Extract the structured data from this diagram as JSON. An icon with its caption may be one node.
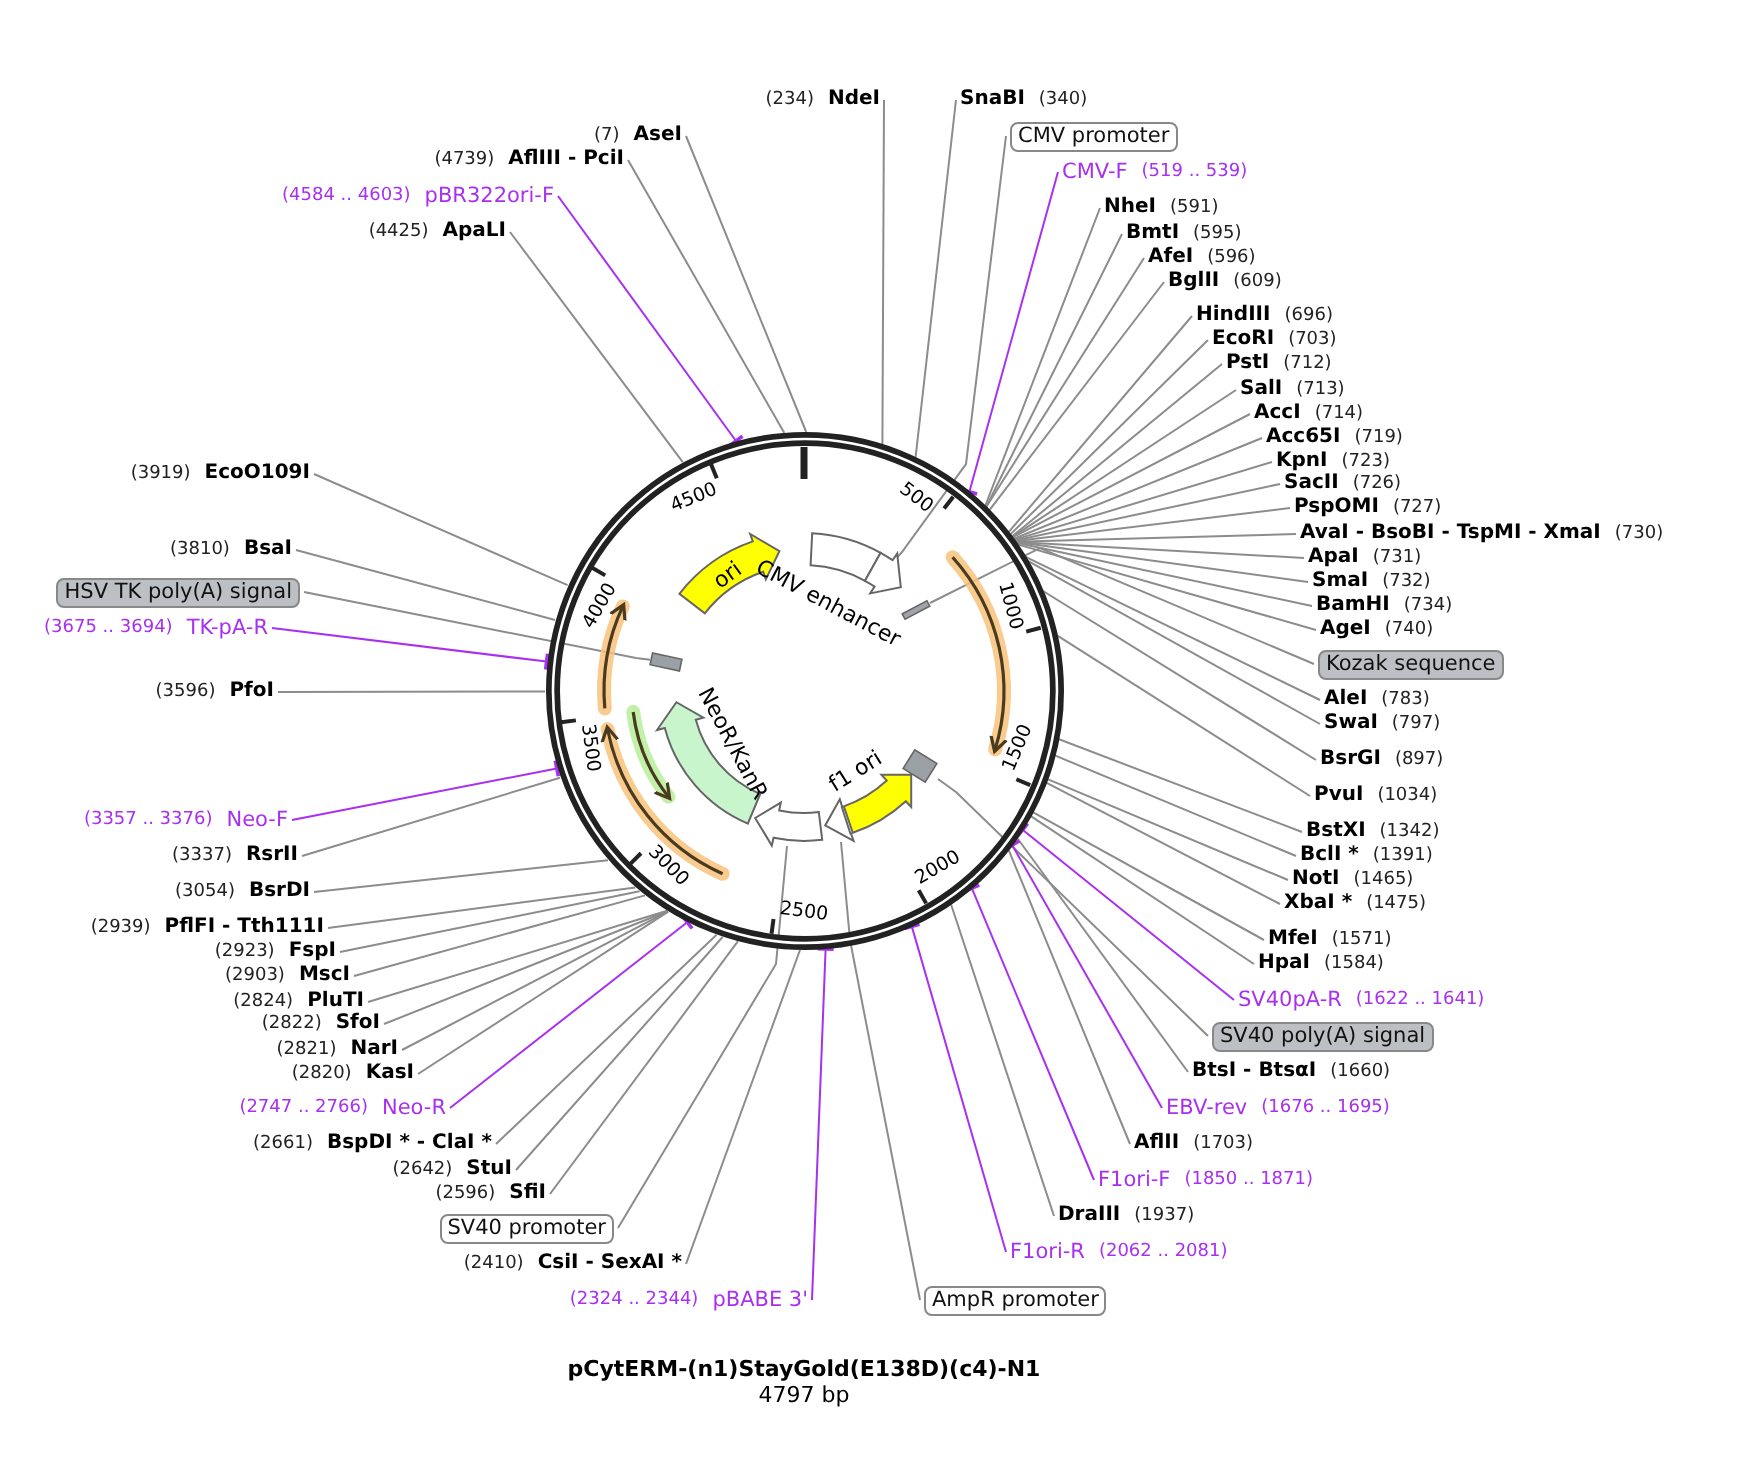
{
  "diagram": {
    "title": "pCytERM-(n1)StayGold(E138D)(c4)-N1",
    "caption": "4797 bp",
    "nodes": [
      {
        "text": [
          "(234)",
          "NdeI"
        ]
      },
      {
        "text": [
          "SnaBI",
          "(340)"
        ]
      },
      {
        "text": [
          "(7)",
          "AseI"
        ]
      },
      {
        "text": [
          "(4739)",
          "AflIII - PciI"
        ]
      },
      {
        "text": [
          "(4584 .. 4603)",
          "pBR322ori-F"
        ]
      },
      {
        "text": [
          "(4425)",
          "ApaLI"
        ]
      },
      {
        "text": [
          "CMV promoter"
        ]
      },
      {
        "text": [
          "CMV-F",
          "(519 .. 539)"
        ]
      },
      {
        "text": [
          "NheI",
          "(591)"
        ]
      },
      {
        "text": [
          "BmtI",
          "(595)"
        ]
      },
      {
        "text": [
          "AfeI",
          "(596)"
        ]
      },
      {
        "text": [
          "BglII",
          "(609)"
        ]
      },
      {
        "text": [
          "HindIII",
          "(696)"
        ]
      },
      {
        "text": [
          "EcoRI",
          "(703)"
        ]
      },
      {
        "text": [
          "PstI",
          "(712)"
        ]
      },
      {
        "text": [
          "SalI",
          "(713)"
        ]
      },
      {
        "text": [
          "AccI",
          "(714)"
        ]
      },
      {
        "text": [
          "Acc65I",
          "(719)"
        ]
      },
      {
        "text": [
          "KpnI",
          "(723)"
        ]
      },
      {
        "text": [
          "SacII",
          "(726)"
        ]
      },
      {
        "text": [
          "PspOMI",
          "(727)"
        ]
      },
      {
        "text": [
          "AvaI - BsoBI - TspMI - XmaI",
          "(730)"
        ]
      },
      {
        "text": [
          "ApaI",
          "(731)"
        ]
      },
      {
        "text": [
          "SmaI",
          "(732)"
        ]
      },
      {
        "text": [
          "BamHI",
          "(734)"
        ]
      },
      {
        "text": [
          "AgeI",
          "(740)"
        ]
      },
      {
        "text": [
          "Kozak sequence"
        ]
      },
      {
        "text": [
          "AleI",
          "(783)"
        ]
      },
      {
        "text": [
          "SwaI",
          "(797)"
        ]
      },
      {
        "text": [
          "BsrGI",
          "(897)"
        ]
      },
      {
        "text": [
          "PvuI",
          "(1034)"
        ]
      },
      {
        "text": [
          "BstXI",
          "(1342)"
        ]
      },
      {
        "text": [
          "BclI *",
          "(1391)"
        ]
      },
      {
        "text": [
          "NotI",
          "(1465)"
        ]
      },
      {
        "text": [
          "XbaI *",
          "(1475)"
        ]
      },
      {
        "text": [
          "MfeI",
          "(1571)"
        ]
      },
      {
        "text": [
          "HpaI",
          "(1584)"
        ]
      },
      {
        "text": [
          "SV40pA-R",
          "(1622 .. 1641)"
        ]
      },
      {
        "text": [
          "SV40 poly(A) signal"
        ]
      },
      {
        "text": [
          "BtsI - BtsαI",
          "(1660)"
        ]
      },
      {
        "text": [
          "EBV-rev",
          "(1676 .. 1695)"
        ]
      },
      {
        "text": [
          "AflII",
          "(1703)"
        ]
      },
      {
        "text": [
          "F1ori-F",
          "(1850 .. 1871)"
        ]
      },
      {
        "text": [
          "DraIII",
          "(1937)"
        ]
      },
      {
        "text": [
          "F1ori-R",
          "(2062 .. 2081)"
        ]
      },
      {
        "text": [
          "AmpR promoter"
        ]
      },
      {
        "text": [
          "(2324 .. 2344)",
          "pBABE 3'"
        ]
      },
      {
        "text": [
          "(2410)",
          "CsiI - SexAI *"
        ]
      },
      {
        "text": [
          "SV40 promoter"
        ]
      },
      {
        "text": [
          "(2596)",
          "SfiI"
        ]
      },
      {
        "text": [
          "(2642)",
          "StuI"
        ]
      },
      {
        "text": [
          "(2661)",
          "BspDI * - ClaI *"
        ]
      },
      {
        "text": [
          "(2747 .. 2766)",
          "Neo-R"
        ]
      },
      {
        "text": [
          "(2820)",
          "KasI"
        ]
      },
      {
        "text": [
          "(2821)",
          "NarI"
        ]
      },
      {
        "text": [
          "(2822)",
          "SfoI"
        ]
      },
      {
        "text": [
          "(2824)",
          "PluTI"
        ]
      },
      {
        "text": [
          "(2903)",
          "MscI"
        ]
      },
      {
        "text": [
          "(2923)",
          "FspI"
        ]
      },
      {
        "text": [
          "(2939)",
          "PflFI - Tth111I"
        ]
      },
      {
        "text": [
          "(3054)",
          "BsrDI"
        ]
      },
      {
        "text": [
          "(3337)",
          "RsrII"
        ]
      },
      {
        "text": [
          "(3357 .. 3376)",
          "Neo-F"
        ]
      },
      {
        "text": [
          "(3596)",
          "PfoI"
        ]
      },
      {
        "text": [
          "(3675 .. 3694)",
          "TK-pA-R"
        ]
      },
      {
        "text": [
          "HSV TK poly(A) signal"
        ]
      },
      {
        "text": [
          "(3810)",
          "BsaI"
        ]
      },
      {
        "text": [
          "(3919)",
          "EcoO109I"
        ]
      },
      {
        "text": [],
        "shape": "circle"
      },
      {
        "text": [
          "ori"
        ],
        "in": 68
      },
      {
        "text": [
          "CMV enhancer"
        ],
        "in": 68
      },
      {
        "text": [],
        "shape": "arrow",
        "in": 68
      },
      {
        "text": [],
        "shape": "bar",
        "in": 68
      },
      {
        "text": [
          "f1 ori"
        ],
        "in": 68
      },
      {
        "text": [],
        "shape": "box",
        "in": 68
      },
      {
        "text": [],
        "shape": "arrow",
        "in": 68
      },
      {
        "text": [],
        "shape": "arrow",
        "in": 68
      },
      {
        "text": [
          "NeoR/KanR"
        ],
        "in": 68
      },
      {
        "text": [],
        "shape": "bar",
        "in": 68
      }
    ],
    "edges": [
      {
        "from": 0,
        "to": 68,
        "arrow": "none"
      },
      {
        "from": 1,
        "to": 68,
        "arrow": "none"
      },
      {
        "from": 2,
        "to": 68,
        "arrow": "none"
      },
      {
        "from": 3,
        "to": 68,
        "arrow": "none"
      },
      {
        "from": 4,
        "to": 68,
        "arrow": "other",
        "color": "#a830f0"
      },
      {
        "from": 5,
        "to": 68,
        "arrow": "none"
      },
      {
        "from": 6,
        "to": 71,
        "arrow": "none"
      },
      {
        "from": 7,
        "to": 68,
        "arrow": "other",
        "color": "#a830f0"
      },
      {
        "from": 8,
        "to": 68,
        "arrow": "none"
      },
      {
        "from": 9,
        "to": 68,
        "arrow": "none"
      },
      {
        "from": 10,
        "to": 68,
        "arrow": "none"
      },
      {
        "from": 11,
        "to": 68,
        "arrow": "none"
      },
      {
        "from": 12,
        "to": 68,
        "arrow": "none"
      },
      {
        "from": 13,
        "to": 68,
        "arrow": "none"
      },
      {
        "from": 14,
        "to": 68,
        "arrow": "none"
      },
      {
        "from": 15,
        "to": 68,
        "arrow": "none"
      },
      {
        "from": 16,
        "to": 68,
        "arrow": "none"
      },
      {
        "from": 17,
        "to": 68,
        "arrow": "none"
      },
      {
        "from": 18,
        "to": 68,
        "arrow": "none"
      },
      {
        "from": 19,
        "to": 68,
        "arrow": "none"
      },
      {
        "from": 20,
        "to": 68,
        "arrow": "none"
      },
      {
        "from": 21,
        "to": 68,
        "arrow": "none"
      },
      {
        "from": 22,
        "to": 68,
        "arrow": "none"
      },
      {
        "from": 23,
        "to": 68,
        "arrow": "none"
      },
      {
        "from": 24,
        "to": 68,
        "arrow": "none"
      },
      {
        "from": 25,
        "to": 68,
        "arrow": "none"
      },
      {
        "from": 26,
        "to": 72,
        "arrow": "none"
      },
      {
        "from": 27,
        "to": 68,
        "arrow": "none"
      },
      {
        "from": 28,
        "to": 68,
        "arrow": "none"
      },
      {
        "from": 29,
        "to": 68,
        "arrow": "none"
      },
      {
        "from": 30,
        "to": 68,
        "arrow": "none"
      },
      {
        "from": 31,
        "to": 68,
        "arrow": "none"
      },
      {
        "from": 32,
        "to": 68,
        "arrow": "none"
      },
      {
        "from": 33,
        "to": 68,
        "arrow": "none"
      },
      {
        "from": 34,
        "to": 68,
        "arrow": "none"
      },
      {
        "from": 35,
        "to": 68,
        "arrow": "none"
      },
      {
        "from": 36,
        "to": 68,
        "arrow": "none"
      },
      {
        "from": 37,
        "to": 68,
        "arrow": "other",
        "color": "#a830f0"
      },
      {
        "from": 38,
        "to": 74,
        "arrow": "none"
      },
      {
        "from": 39,
        "to": 68,
        "arrow": "none"
      },
      {
        "from": 40,
        "to": 68,
        "arrow": "other",
        "color": "#a830f0"
      },
      {
        "from": 41,
        "to": 68,
        "arrow": "none"
      },
      {
        "from": 42,
        "to": 68,
        "arrow": "other",
        "color": "#a830f0"
      },
      {
        "from": 43,
        "to": 68,
        "arrow": "none"
      },
      {
        "from": 44,
        "to": 68,
        "arrow": "other",
        "color": "#a830f0"
      },
      {
        "from": 45,
        "to": 75,
        "arrow": "none"
      },
      {
        "from": 46,
        "to": 68,
        "arrow": "other",
        "color": "#a830f0"
      },
      {
        "from": 47,
        "to": 68,
        "arrow": "none"
      },
      {
        "from": 48,
        "to": 76,
        "arrow": "none"
      },
      {
        "from": 49,
        "to": 68,
        "arrow": "none"
      },
      {
        "from": 50,
        "to": 68,
        "arrow": "none"
      },
      {
        "from": 51,
        "to": 68,
        "arrow": "none"
      },
      {
        "from": 52,
        "to": 68,
        "arrow": "other",
        "color": "#a830f0"
      },
      {
        "from": 53,
        "to": 68,
        "arrow": "none"
      },
      {
        "from": 54,
        "to": 68,
        "arrow": "none"
      },
      {
        "from": 55,
        "to": 68,
        "arrow": "none"
      },
      {
        "from": 56,
        "to": 68,
        "arrow": "none"
      },
      {
        "from": 57,
        "to": 68,
        "arrow": "none"
      },
      {
        "from": 58,
        "to": 68,
        "arrow": "none"
      },
      {
        "from": 59,
        "to": 68,
        "arrow": "none"
      },
      {
        "from": 60,
        "to": 68,
        "arrow": "none"
      },
      {
        "from": 61,
        "to": 68,
        "arrow": "none"
      },
      {
        "from": 62,
        "to": 68,
        "arrow": "other",
        "color": "#a830f0"
      },
      {
        "from": 63,
        "to": 68,
        "arrow": "none"
      },
      {
        "from": 64,
        "to": 68,
        "arrow": "other",
        "color": "#a830f0"
      },
      {
        "from": 65,
        "to": 78,
        "arrow": "none"
      },
      {
        "from": 66,
        "to": 68,
        "arrow": "none"
      },
      {
        "from": 67,
        "to": 68,
        "arrow": "none"
      }
    ],
    "labels": [
      "500",
      "1000",
      "1500",
      "2000",
      "2500",
      "3000",
      "3500",
      "4000",
      "4500"
    ]
  }
}
